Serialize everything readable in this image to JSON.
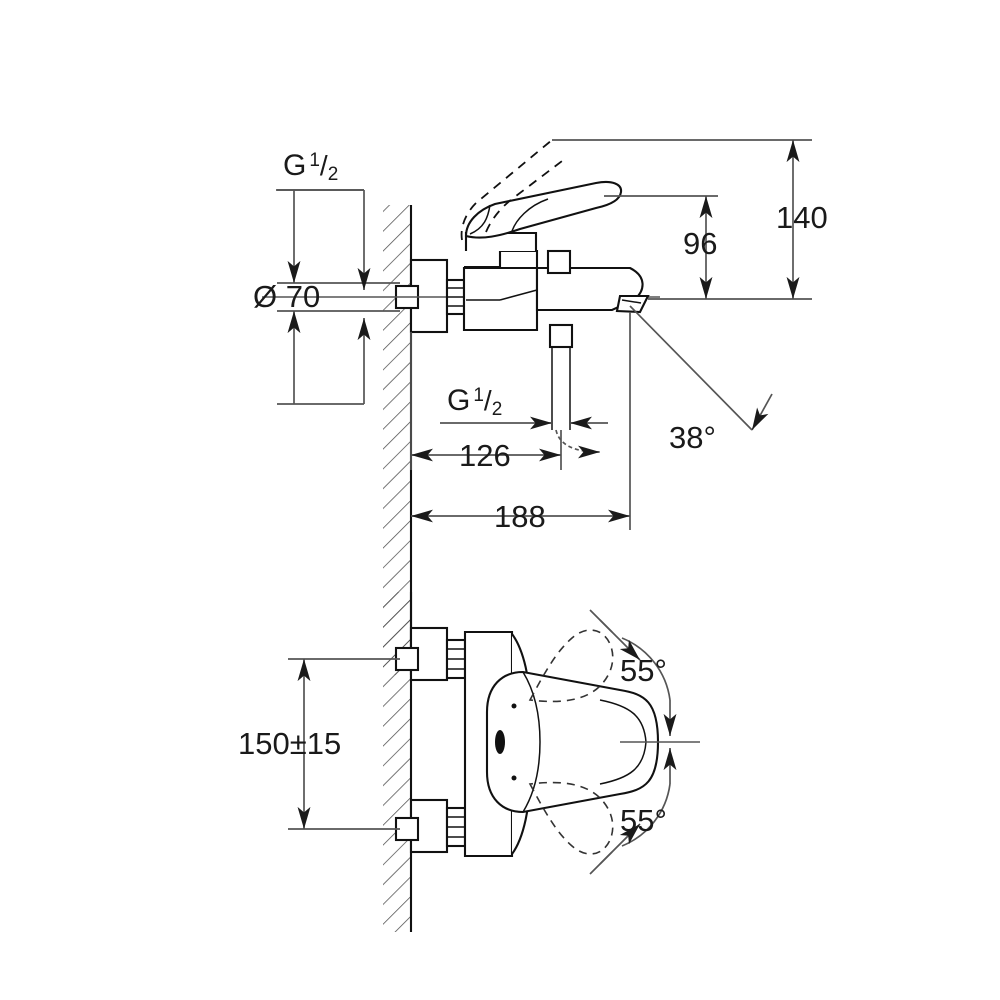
{
  "document": {
    "kind": "technical-dimension-drawing",
    "subject": "wall-mounted single-lever bath and shower mixer",
    "background_color": "#ffffff",
    "line_color": "#111111",
    "dimension_line_color": "#555555",
    "text_color": "#1a1a1a"
  },
  "views": {
    "top": {
      "name": "side-elevation-view",
      "labels": {
        "inlet_thread_upper": {
          "prefix": "G",
          "numerator": "1",
          "slash": "/",
          "denominator": "2",
          "full": "G 1/2"
        },
        "outlet_thread_lower": {
          "prefix": "G",
          "numerator": "1",
          "slash": "/",
          "denominator": "2",
          "full": "G 1/2"
        },
        "diameter": "Ø 70",
        "height_140": "140",
        "height_96": "96",
        "depth_126": "126",
        "depth_188": "188",
        "angle_38": "38°"
      }
    },
    "bottom": {
      "name": "front-elevation-view",
      "labels": {
        "centers_150": "150±15",
        "angle_upper_55": "55°",
        "angle_lower_55": "55°"
      }
    }
  },
  "chart_data": {
    "type": "table",
    "title": "Bath/shower mixer dimensional data",
    "categories": [
      "G 1/2 (upper inlet)",
      "Ø 70",
      "140",
      "96",
      "126",
      "188",
      "38°",
      "G 1/2 (lower outlet)",
      "150±15",
      "55° (up)",
      "55° (down)"
    ],
    "values": [
      null,
      70,
      140,
      96,
      126,
      188,
      38,
      null,
      150,
      55,
      55
    ],
    "units": [
      "",
      "mm",
      "mm",
      "mm",
      "mm",
      "mm",
      "deg",
      "",
      "mm",
      "deg",
      "deg"
    ]
  }
}
